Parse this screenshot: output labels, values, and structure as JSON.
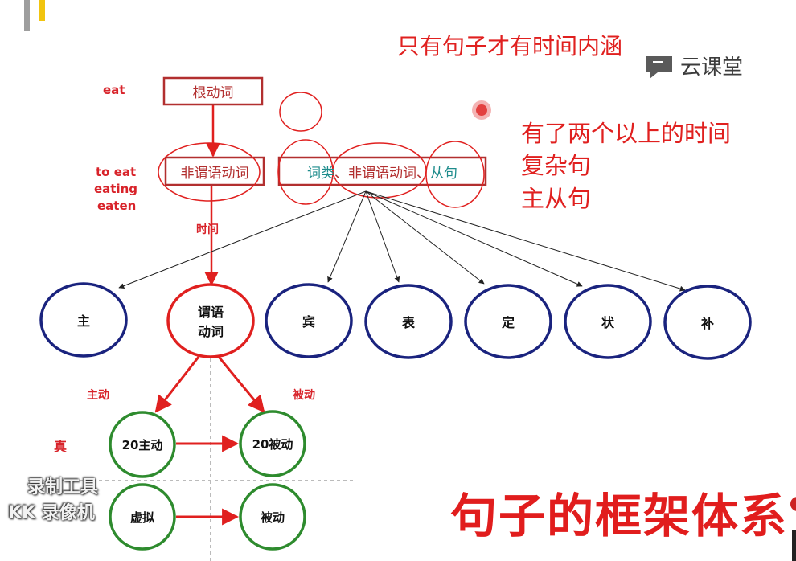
{
  "notes": {
    "top": "只有句子才有时间内涵",
    "line1": "有了两个以上的时间",
    "line2": "复杂句",
    "line3": "主从句"
  },
  "watermark": {
    "text": "云课堂"
  },
  "title": "句子的框架体系",
  "recorder": {
    "line1": "录制工具",
    "line2": "KK 录像机"
  },
  "left_labels": {
    "eat": "eat",
    "to_eat": "to eat",
    "eating": "eating",
    "eaten": "eaten",
    "time": "时间",
    "active": "主动",
    "passive": "被动",
    "real": "真"
  },
  "boxes": {
    "root_verb": "根动词",
    "nonfinite": "非谓语动词",
    "group": {
      "part1": "词类",
      "sep1": "、",
      "part2": "非谓语动词",
      "sep2": "、",
      "part3": "从句"
    }
  },
  "nodes": {
    "subject": "主",
    "predicate_line1": "谓语",
    "predicate_line2": "动词",
    "object": "宾",
    "complement_pred": "表",
    "attribute": "定",
    "adverbial": "状",
    "complement": "补"
  },
  "voice_nodes": {
    "active20": "20主动",
    "passive20": "20被动",
    "virtual": "虚拟",
    "passive": "被动"
  },
  "colors": {
    "red": "#e0201f",
    "navy": "#1a237e",
    "green": "#2e8b2e"
  }
}
